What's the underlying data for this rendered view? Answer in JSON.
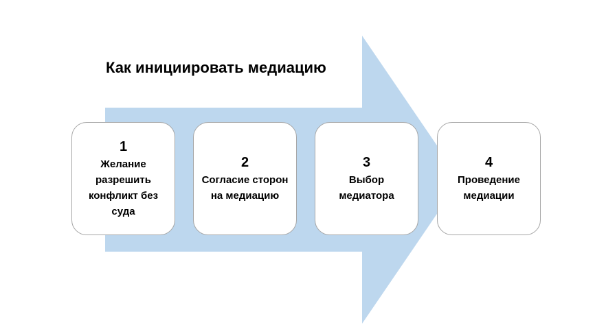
{
  "title": "Как инициировать медиацию",
  "colors": {
    "arrow_fill": "#bdd7ee",
    "box_fill": "#ffffff",
    "box_border": "#a6a6a6",
    "text": "#000000"
  },
  "steps": [
    {
      "number": "1",
      "lines": [
        "Желание",
        "разрешить",
        "конфликт без",
        "суда"
      ]
    },
    {
      "number": "2",
      "lines": [
        "Согласие сторон",
        "на медиацию"
      ]
    },
    {
      "number": "3",
      "lines": [
        "Выбор",
        "медиатора"
      ]
    },
    {
      "number": "4",
      "lines": [
        "Проведение",
        "медиации"
      ]
    }
  ]
}
